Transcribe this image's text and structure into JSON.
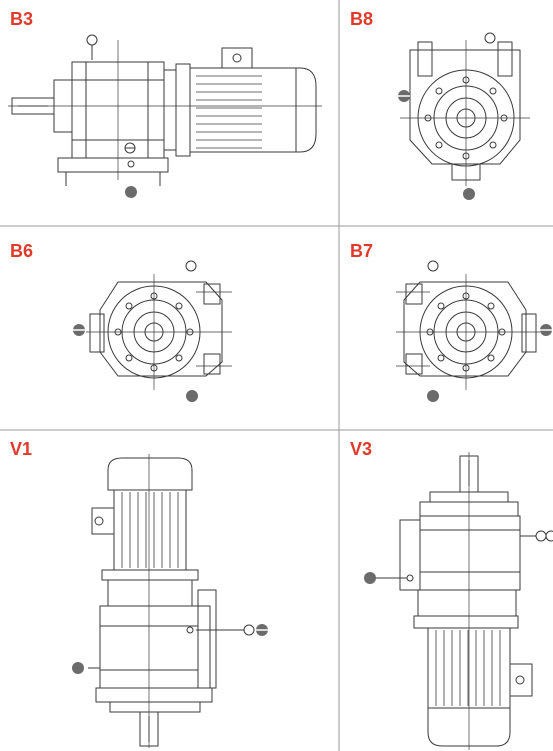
{
  "colors": {
    "label": "#e03a2a",
    "line": "#3a3a3a",
    "grid": "#9a9a9a",
    "plug": "#6b6b6b",
    "background": "#ffffff"
  },
  "positions": [
    {
      "id": "b3",
      "label": "B3"
    },
    {
      "id": "b8",
      "label": "B8"
    },
    {
      "id": "b6",
      "label": "B6"
    },
    {
      "id": "b7",
      "label": "B7"
    },
    {
      "id": "v1",
      "label": "V1"
    },
    {
      "id": "v3",
      "label": "V3"
    }
  ],
  "legend_icons": [
    "oil-fill-icon",
    "oil-level-icon",
    "oil-drain-icon"
  ]
}
